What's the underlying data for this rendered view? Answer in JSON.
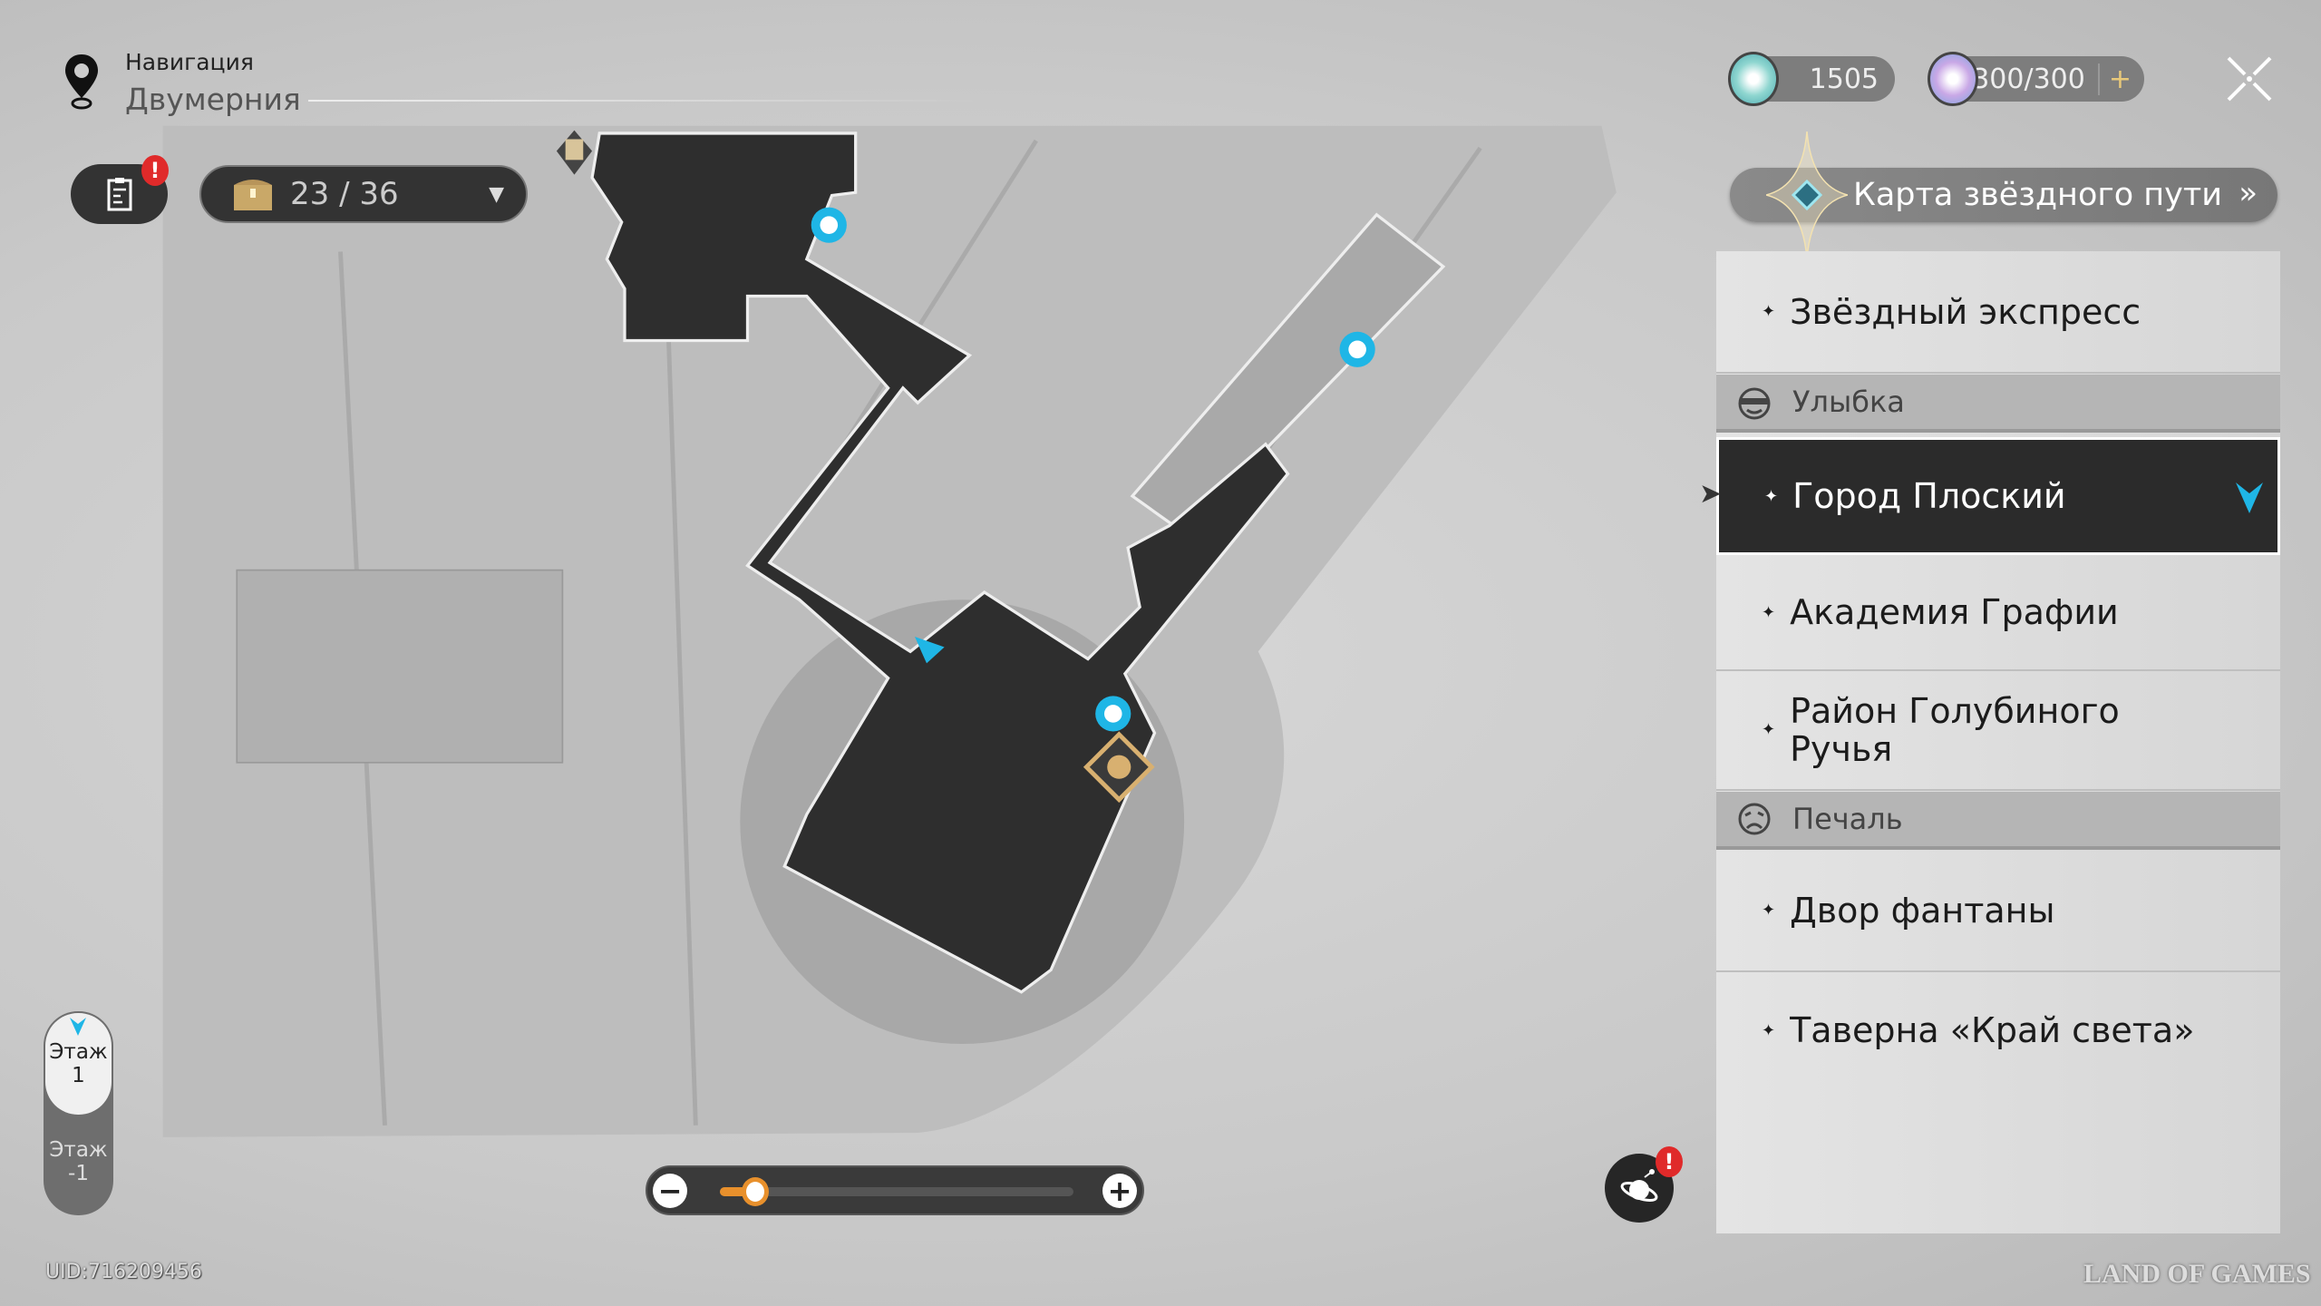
{
  "header": {
    "label": "Навигация",
    "location": "Двумерния"
  },
  "chest": {
    "collected": "23 / 36"
  },
  "currency": {
    "stellar_jade": "1505",
    "trailblaze_power": "300/300",
    "add": "+"
  },
  "star_rail_map": {
    "label": "Карта звёздного пути"
  },
  "locations": [
    {
      "type": "item",
      "label": "Звёздный экспресс"
    },
    {
      "type": "header",
      "label": "Улыбка",
      "icon": "smile-mask-icon"
    },
    {
      "type": "item",
      "label": "Город Плоский",
      "selected": true
    },
    {
      "type": "item",
      "label": "Академия Графии"
    },
    {
      "type": "item",
      "label": "Район Голубиного Ручья"
    },
    {
      "type": "header",
      "label": "Печаль",
      "icon": "sad-mask-icon"
    },
    {
      "type": "item",
      "label": "Двор фантаны"
    },
    {
      "type": "item",
      "label": "Таверна «Край света»"
    }
  ],
  "floors": [
    {
      "label": "Этаж",
      "num": "1",
      "active": true
    },
    {
      "label": "Этаж",
      "num": "-1",
      "active": false
    }
  ],
  "zoom": {
    "minus": "−",
    "plus": "+",
    "level": 0.1
  },
  "badge": "!",
  "uid": "UID:716209456",
  "watermark": "LAND OF GAMES",
  "colors": {
    "accent": "#e8902c",
    "selected": "#2b2b2b",
    "marker": "#1fb6e6",
    "alert": "#e02a2a"
  }
}
